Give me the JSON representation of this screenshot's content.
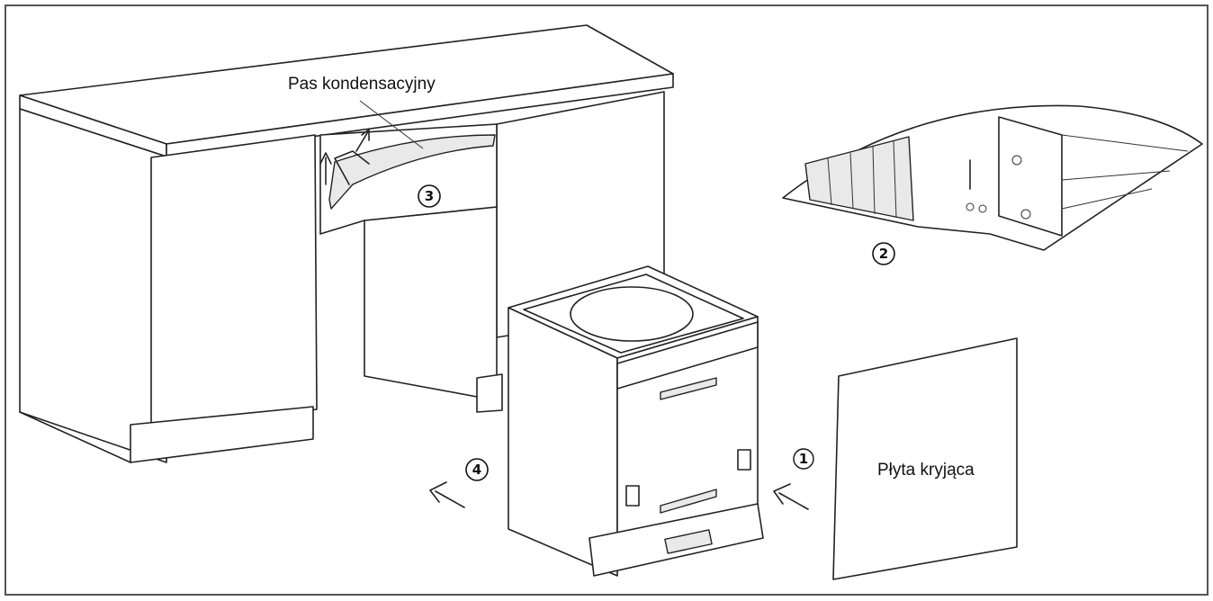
{
  "labels": {
    "condensation_strip": "Pas kondensacyjny",
    "cover_panel": "Płyta kryjąca"
  },
  "steps": {
    "step1": "1",
    "step2": "2",
    "step3": "3",
    "step4": "4"
  }
}
